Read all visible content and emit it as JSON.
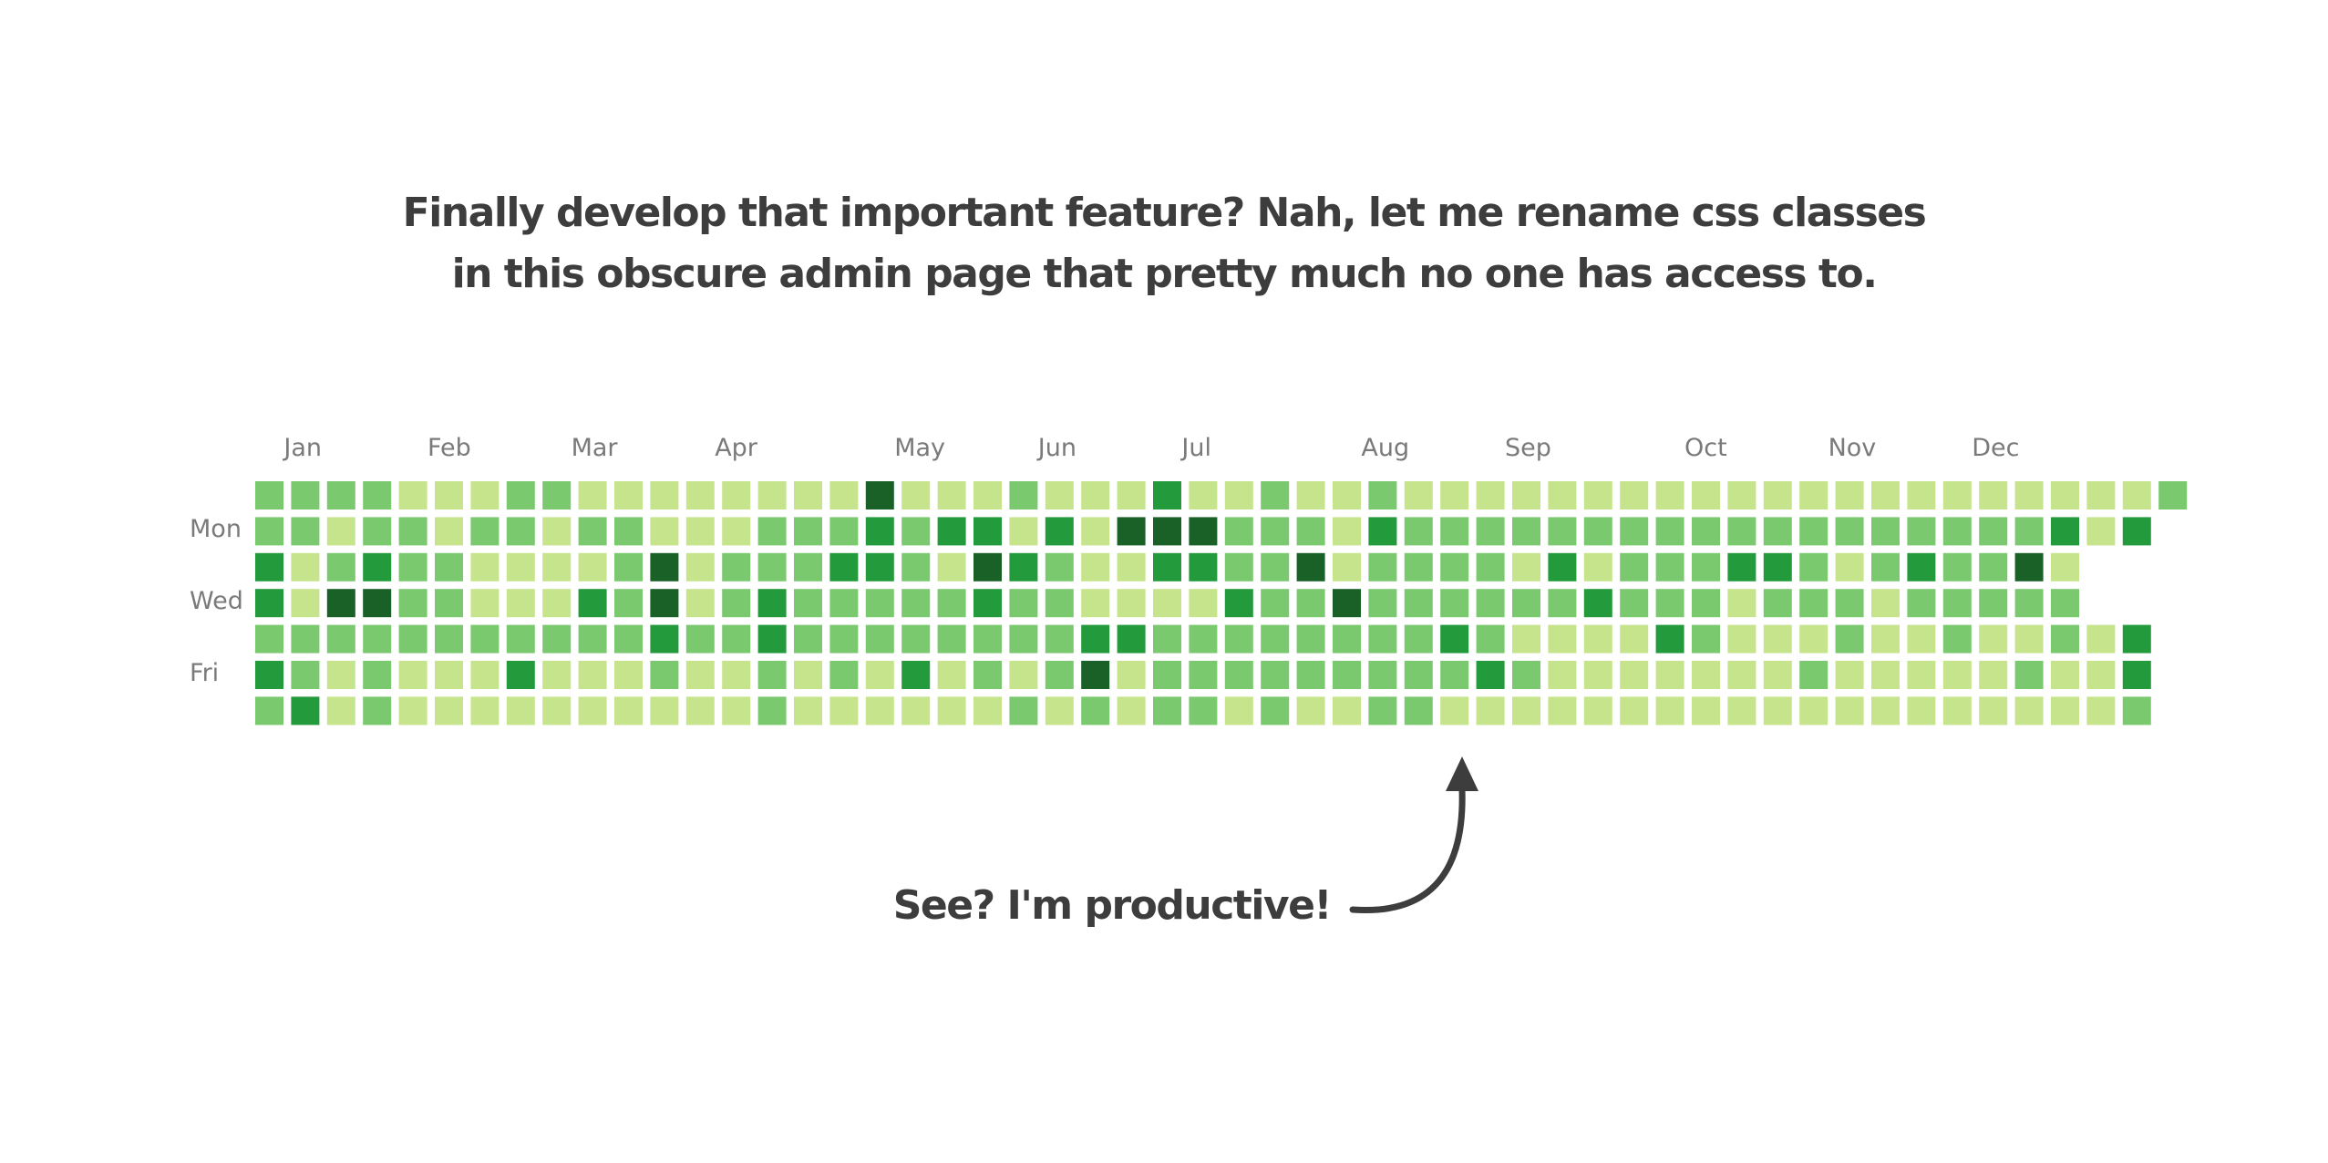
{
  "headline": {
    "line1": "Finally develop that important feature? Nah, let me rename css classes",
    "line2": "in this obscure admin page that pretty much no one has access to."
  },
  "caption": "See? I'm productive!",
  "calendar": {
    "months": [
      "Jan",
      "Feb",
      "Mar",
      "Apr",
      "May",
      "Jun",
      "Jul",
      "Aug",
      "Sep",
      "Oct",
      "Nov",
      "Dec"
    ],
    "month_start_weeks": [
      1,
      5,
      9,
      13,
      18,
      22,
      26,
      31,
      35,
      40,
      44,
      48
    ],
    "day_labels": [
      "Mon",
      "Wed",
      "Fri"
    ],
    "colors": [
      "#c6e48b",
      "#7bc96f",
      "#239a3b",
      "#196127"
    ],
    "levels": [
      [
        1,
        1,
        1,
        1,
        0,
        0,
        0,
        1,
        1,
        0,
        0,
        0,
        0,
        0,
        0,
        0,
        0,
        3,
        0,
        0,
        0,
        1,
        0,
        0,
        0,
        2,
        0,
        0,
        1,
        0,
        0,
        1,
        0,
        0,
        0,
        0,
        0,
        0,
        0,
        0,
        0,
        0,
        0,
        0,
        0,
        0,
        0,
        0,
        0,
        0,
        0,
        0,
        0,
        1
      ],
      [
        1,
        1,
        0,
        1,
        1,
        0,
        1,
        1,
        0,
        1,
        1,
        0,
        0,
        0,
        1,
        1,
        1,
        2,
        1,
        2,
        2,
        0,
        2,
        0,
        3,
        3,
        3,
        1,
        1,
        1,
        0,
        2,
        1,
        1,
        1,
        1,
        1,
        1,
        1,
        1,
        1,
        1,
        1,
        1,
        1,
        1,
        1,
        1,
        1,
        1,
        2,
        0,
        2
      ],
      [
        2,
        0,
        1,
        2,
        1,
        1,
        0,
        0,
        0,
        0,
        1,
        3,
        0,
        1,
        1,
        1,
        2,
        2,
        1,
        0,
        3,
        2,
        1,
        0,
        0,
        2,
        2,
        1,
        1,
        3,
        0,
        1,
        1,
        1,
        1,
        0,
        2,
        0,
        1,
        1,
        1,
        2,
        2,
        1,
        0,
        1,
        2,
        1,
        1,
        3,
        0
      ],
      [
        2,
        0,
        3,
        3,
        1,
        1,
        0,
        0,
        0,
        2,
        1,
        3,
        0,
        1,
        2,
        1,
        1,
        1,
        1,
        1,
        2,
        1,
        1,
        0,
        0,
        0,
        0,
        2,
        1,
        1,
        3,
        1,
        1,
        1,
        1,
        1,
        1,
        2,
        1,
        1,
        1,
        0,
        1,
        1,
        1,
        0,
        1,
        1,
        1,
        1,
        1
      ],
      [
        1,
        1,
        1,
        1,
        1,
        1,
        1,
        1,
        1,
        1,
        1,
        2,
        1,
        1,
        2,
        1,
        1,
        1,
        1,
        1,
        1,
        1,
        1,
        2,
        2,
        1,
        1,
        1,
        1,
        1,
        1,
        1,
        1,
        2,
        1,
        0,
        0,
        0,
        0,
        2,
        1,
        0,
        0,
        0,
        1,
        0,
        0,
        1,
        0,
        0,
        1,
        0,
        2
      ],
      [
        2,
        1,
        0,
        1,
        0,
        0,
        0,
        2,
        0,
        0,
        0,
        1,
        0,
        0,
        1,
        0,
        1,
        0,
        2,
        0,
        1,
        0,
        1,
        3,
        0,
        1,
        1,
        1,
        1,
        1,
        1,
        1,
        1,
        1,
        2,
        1,
        0,
        0,
        0,
        0,
        0,
        0,
        0,
        1,
        0,
        0,
        0,
        0,
        0,
        1,
        0,
        0,
        2
      ],
      [
        1,
        2,
        0,
        1,
        0,
        0,
        0,
        0,
        0,
        0,
        0,
        0,
        0,
        0,
        1,
        0,
        0,
        0,
        0,
        0,
        0,
        1,
        0,
        1,
        0,
        1,
        1,
        0,
        1,
        0,
        0,
        1,
        1,
        0,
        0,
        0,
        0,
        0,
        0,
        0,
        0,
        0,
        0,
        0,
        0,
        0,
        0,
        0,
        0,
        0,
        0,
        0,
        1
      ]
    ]
  },
  "icons": {
    "arrow": "curved-arrow-up-icon"
  }
}
